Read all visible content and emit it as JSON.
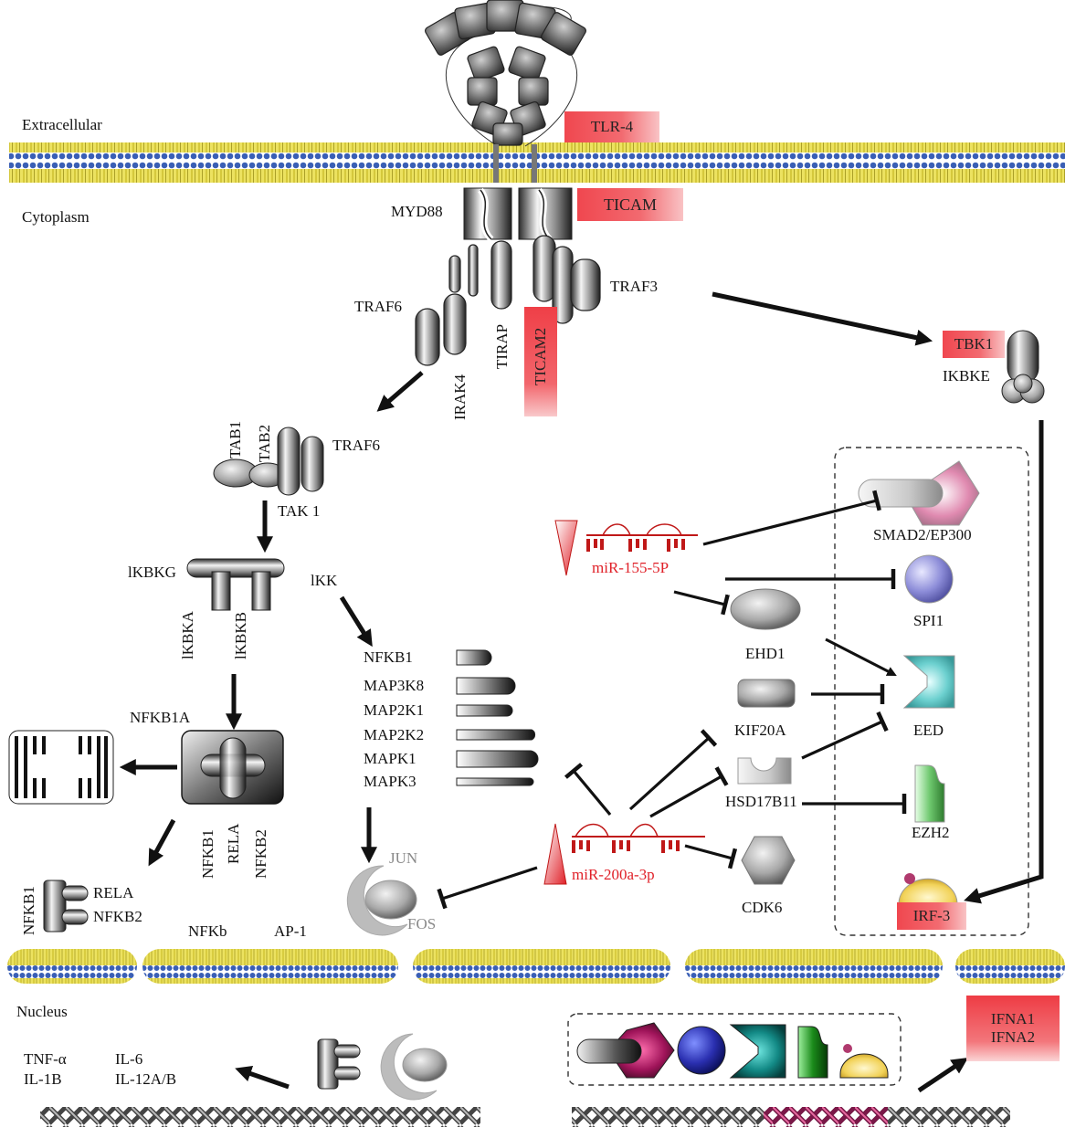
{
  "regions": {
    "extracellular": "Extracellular",
    "cytoplasm": "Cytoplasm",
    "nucleus": "Nucleus"
  },
  "receptor": {
    "tlr4": "TLR-4",
    "ticam": "TICAM",
    "myd88": "MYD88",
    "tirap": "TIRAP",
    "ticam2": "TICAM2",
    "traf3": "TRAF3",
    "traf6_upper": "TRAF6",
    "irak4": "IRAK4"
  },
  "kinase": {
    "tbk1": "TBK1",
    "ikbke": "IKBKE",
    "irf3": "IRF-3"
  },
  "tak_complex": {
    "tab1": "TAB1",
    "tab2": "TAB2",
    "traf6": "TRAF6",
    "tak1": "TAK 1"
  },
  "ikk": {
    "ikbkg": "lKBKG",
    "ikbka": "lKBKA",
    "ikbkb": "lKBKB",
    "ikk": "lKK"
  },
  "nfkb": {
    "nfkb1a": "NFKB1A",
    "nfkb1": "NFKB1",
    "rela": "RELA",
    "nfkb2": "NFKB2",
    "nfkb1_small": "NFKB1",
    "rela_small": "RELA",
    "nfkb2_small": "NFKB2"
  },
  "mapk_list": [
    "NFKB1",
    "MAP3K8",
    "MAP2K1",
    "MAP2K2",
    "MAPK1",
    "MAPK3"
  ],
  "ap1": {
    "jun": "JUN",
    "fos": "FOS"
  },
  "nuclear_labels": {
    "nfkb": "NFKb",
    "ap1": "AP-1"
  },
  "mirnas": {
    "mir155": "miR-155-5P",
    "mir200a": "miR-200a-3p"
  },
  "targets": {
    "smad": "SMAD2/EP300",
    "spi1": "SPI1",
    "ehd1": "EHD1",
    "eed": "EED",
    "kif20a": "KIF20A",
    "hsd17b11": "HSD17B11",
    "ezh2": "EZH2",
    "cdk6": "CDK6"
  },
  "cytokines": {
    "tnf": "TNF-α",
    "il1b": "IL-1B",
    "il6": "IL-6",
    "il12": "IL-12A/B"
  },
  "interferons": {
    "ifna1": "IFNA1",
    "ifna2": "IFNA2"
  },
  "colors": {
    "highlight": "#f0474f",
    "mirna": "#e02028",
    "membrane_tail": "#d8c928",
    "target_box_border": "#333333"
  }
}
